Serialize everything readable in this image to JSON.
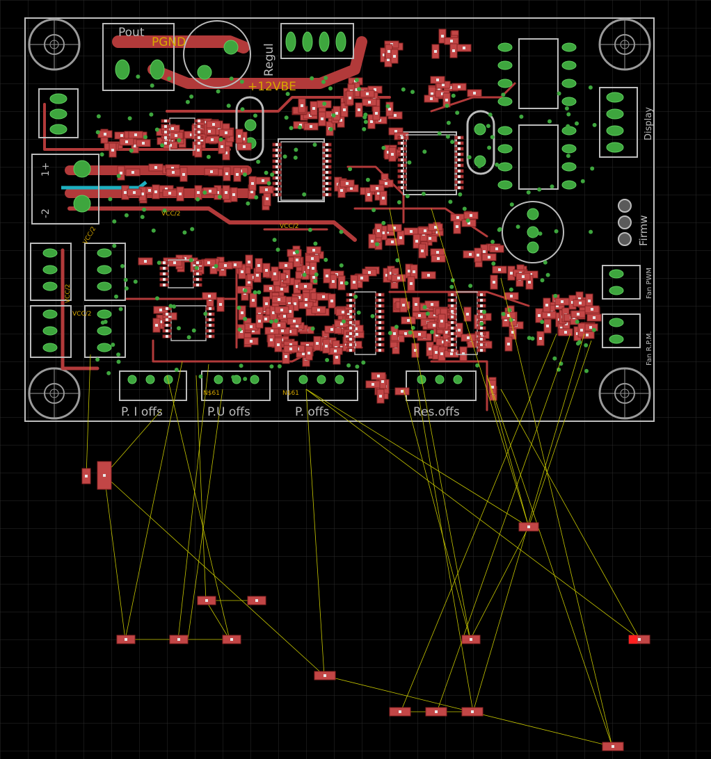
{
  "colors": {
    "background": "#000000",
    "grid": "#2b2b2b",
    "board_outline": "#bfbfbf",
    "copper": "#b23a3a",
    "copper_dark": "#8c2525",
    "pad": "#c24646",
    "via_green": "#3ea63e",
    "ratsnest": "#c8c800",
    "silk": "#bcbcbc",
    "label_orange": "#d8a800",
    "selected": "#ff2020",
    "trace_cyan": "#1eb0c0"
  },
  "labels": {
    "pout": "Pout",
    "pgnd": "PGND",
    "regul": "Regul",
    "v12vbe": "+12VBE",
    "display": "Display",
    "firmw": "Firmw",
    "fan_pwm": "Fan PWM",
    "fan_rpm": "Fan R.P.M.",
    "p_i_offs": "P. I offs",
    "p_u_offs": "P.U offs",
    "p_offs": "P. offs",
    "res_offs": "Res.offs",
    "vcc2": "VCC/2",
    "n61": "N$61",
    "one_plus": "1+",
    "two_minus": "-2"
  }
}
